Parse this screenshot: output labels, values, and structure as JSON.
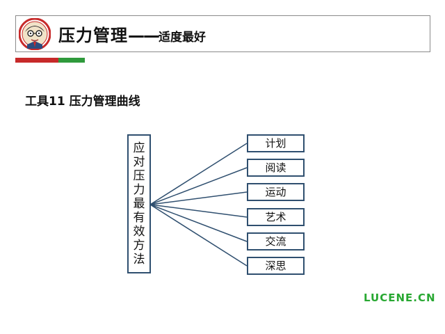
{
  "header": {
    "title_main": "压力管理",
    "title_dash": "——",
    "title_sub": "适度最好"
  },
  "section": {
    "title": "工具11  压力管理曲线"
  },
  "diagram": {
    "root_chars": [
      "应",
      "对",
      "压",
      "力",
      "最",
      "有",
      "效",
      "方",
      "法"
    ],
    "branches": [
      "计划",
      "阅读",
      "运动",
      "艺术",
      "交流",
      "深思"
    ]
  },
  "watermark": {
    "text": "LUCENE.CN"
  },
  "colors": {
    "header_bar_red": "#c72a2a",
    "header_bar_green": "#2f9a3c",
    "line_color": "#2f4f6f",
    "watermark_green": "#28a832"
  }
}
